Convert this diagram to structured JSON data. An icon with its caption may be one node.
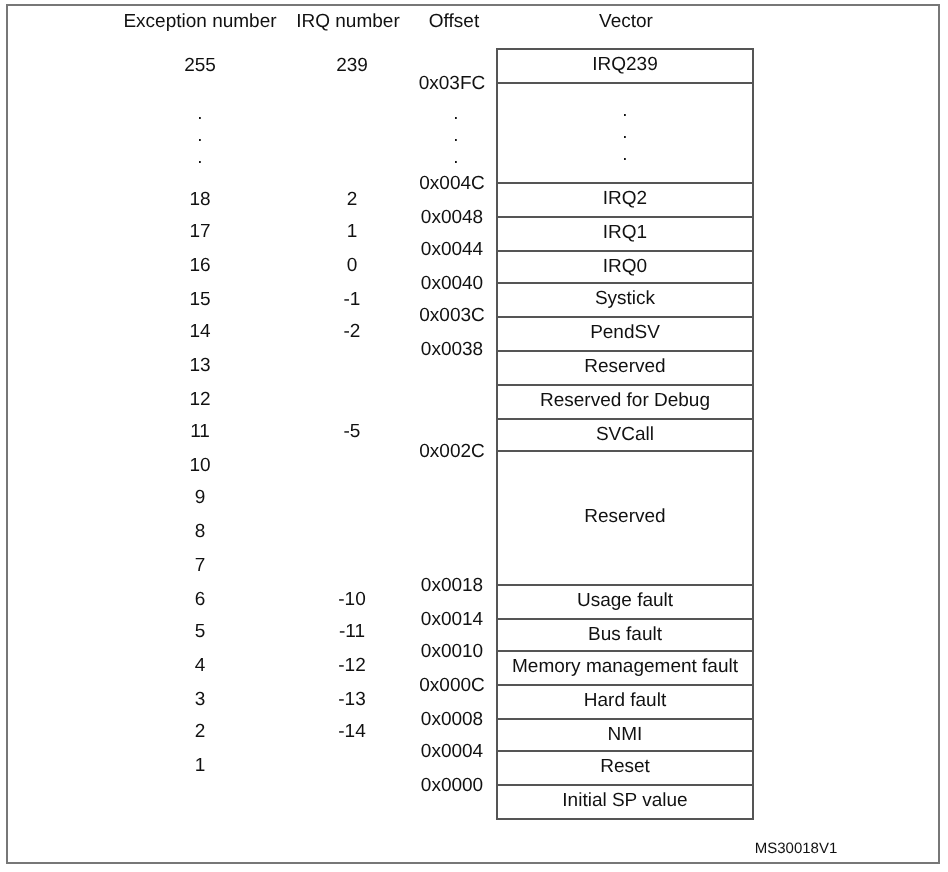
{
  "diagram": {
    "nodes": [
      {
        "text": [
          "IRQ239"
        ]
      },
      {
        "text": [
          ".",
          ".",
          "."
        ]
      },
      {
        "text": [
          "IRQ2"
        ]
      },
      {
        "text": [
          "IRQ1"
        ]
      },
      {
        "text": [
          "IRQ0"
        ]
      },
      {
        "text": [
          "Systick"
        ]
      },
      {
        "text": [
          "PendSV"
        ]
      },
      {
        "text": [
          "Reserved"
        ]
      },
      {
        "text": [
          "Reserved for Debug"
        ]
      },
      {
        "text": [
          "SVCall"
        ]
      },
      {
        "text": [
          "Reserved"
        ]
      },
      {
        "text": [
          "Usage fault"
        ]
      },
      {
        "text": [
          "Bus fault"
        ]
      },
      {
        "text": [
          "Memory management fault"
        ]
      },
      {
        "text": [
          "Hard fault"
        ]
      },
      {
        "text": [
          "NMI"
        ]
      },
      {
        "text": [
          "Reset"
        ]
      },
      {
        "text": [
          "Initial SP value"
        ]
      }
    ],
    "labels": [
      "Exception number",
      "IRQ number",
      "Offset",
      "Vector",
      "255",
      "239",
      "0x03FC",
      ".",
      ".",
      ".",
      ".",
      ".",
      ".",
      "0x004C",
      "18",
      "2",
      "0x0048",
      "17",
      "1",
      "0x0044",
      "16",
      "0",
      "0x0040",
      "15",
      "-1",
      "0x003C",
      "14",
      "-2",
      "0x0038",
      "13",
      "12",
      "11",
      "-5",
      "0x002C",
      "10",
      "9",
      "8",
      "7",
      "0x0018",
      "6",
      "-10",
      "0x0014",
      "5",
      "-11",
      "0x0010",
      "4",
      "-12",
      "0x000C",
      "3",
      "-13",
      "0x0008",
      "2",
      "-14",
      "0x0004",
      "1",
      "0x0000",
      "MS30018V1"
    ]
  }
}
